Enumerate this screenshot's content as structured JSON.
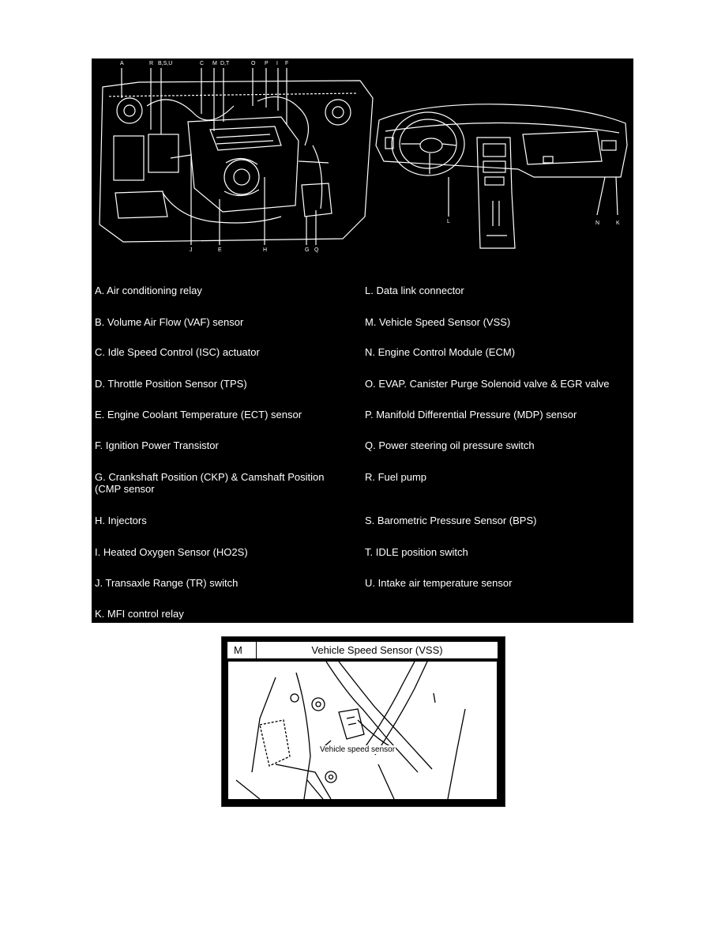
{
  "engine_callouts_top": [
    "A",
    "R",
    "B,S,U",
    "C",
    "M",
    "D,T",
    "O",
    "P",
    "I",
    "F"
  ],
  "engine_callouts_bottom": [
    "J",
    "E",
    "H",
    "G",
    "Q"
  ],
  "dash_callouts": [
    "L",
    "N",
    "K"
  ],
  "legend_left": [
    "A.  Air conditioning relay",
    "B.  Volume Air Flow (VAF) sensor",
    "C.  Idle Speed Control (ISC) actuator",
    "D.  Throttle Position Sensor (TPS)",
    "E.  Engine Coolant Temperature (ECT) sensor",
    "F.  Ignition Power Transistor",
    "G.  Crankshaft Position (CKP) & Camshaft Position (CMP sensor",
    "H.  Injectors",
    "I.   Heated Oxygen Sensor (HO2S)",
    "J.  Transaxle Range (TR) switch",
    "K.  MFI control relay"
  ],
  "legend_right": [
    "L.  Data link connector",
    "M. Vehicle Speed Sensor (VSS)",
    "N.  Engine Control Module (ECM)",
    "O.  EVAP. Canister Purge Solenoid valve & EGR valve",
    "P.  Manifold Differential Pressure (MDP) sensor",
    "Q.  Power steering oil pressure switch",
    "R.  Fuel pump",
    "S.  Barometric Pressure Sensor (BPS)",
    "T.  IDLE position switch",
    "U.  Intake air temperature sensor"
  ],
  "detail": {
    "letter": "M",
    "title": "Vehicle Speed Sensor (VSS)",
    "photo_label": "Vehicle speed sensor"
  }
}
